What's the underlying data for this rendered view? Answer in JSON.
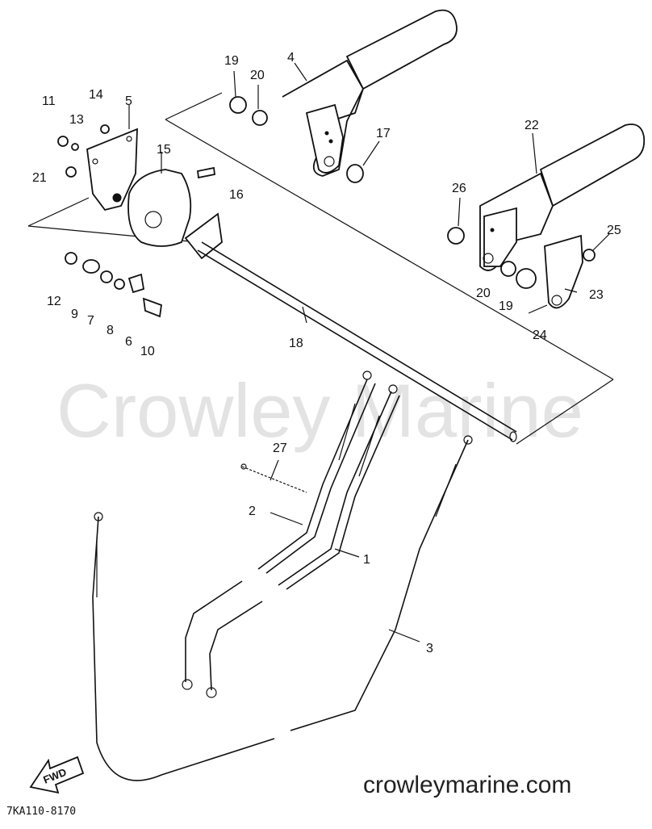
{
  "watermark": "Crowley Marine",
  "site_text": "crowleymarine.com",
  "drawing_code": "7KA110-8170",
  "fwd_label": "FWD",
  "callouts": [
    "1",
    "2",
    "3",
    "4",
    "5",
    "6",
    "7",
    "8",
    "9",
    "10",
    "11",
    "12",
    "13",
    "14",
    "15",
    "16",
    "17",
    "18",
    "19",
    "20",
    "21",
    "22",
    "23",
    "24",
    "25",
    "26",
    "27"
  ],
  "repeat_labels": [
    "20",
    "19"
  ]
}
